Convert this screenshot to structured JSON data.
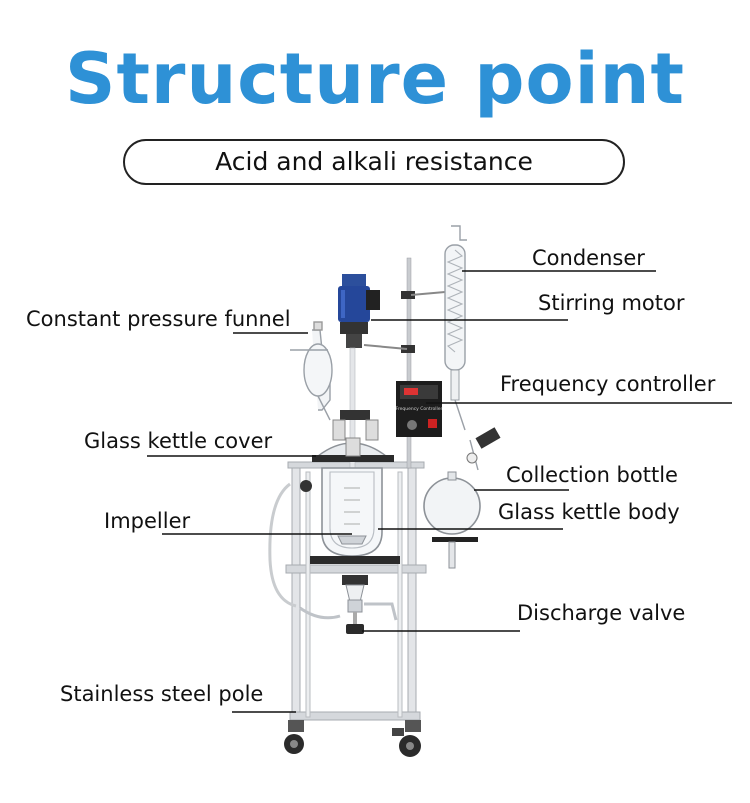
{
  "header": {
    "title": "Structure point",
    "subtitle": "Acid and alkali resistance"
  },
  "labels": {
    "condenser": "Condenser",
    "stirring_motor": "Stirring motor",
    "constant_pressure_funnel": "Constant pressure funnel",
    "frequency_controller": "Frequency controller",
    "glass_kettle_cover": "Glass kettle cover",
    "collection_bottle": "Collection bottle",
    "impeller": "Impeller",
    "glass_kettle_body": "Glass kettle body",
    "discharge_valve": "Discharge valve",
    "stainless_steel_pole": "Stainless steel pole"
  },
  "colors": {
    "title_blue": "#2e91d6",
    "text": "#111111",
    "line": "#111111"
  }
}
